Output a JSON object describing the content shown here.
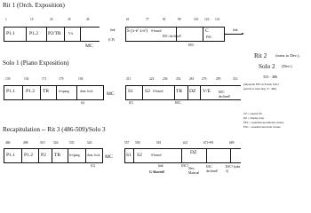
{
  "rit1": {
    "title": "Rit 1 (Orch. Exposition)",
    "numbers": [
      "1",
      "15",
      "25",
      "35",
      "45",
      "61",
      "77",
      "91",
      "99",
      "110",
      "123",
      "131"
    ],
    "labels": {
      "p11": "P1.1",
      "p12": "P1.2",
      "p2tr": "P2/TR",
      "ve": "V/e",
      "mc": "MC",
      "link": "link",
      "cp": "(CP)",
      "s": "S (x-e' x-e')",
      "sbased": "S-based",
      "eec_declined": "EEC declined!",
      "eec": "EEC",
      "c": "C",
      "pac": "PAC",
      "link2": "link"
    }
  },
  "rit2": {
    "title_line1": "Rit 2",
    "title_line2": "(trans to Dev.),",
    "title_line3": "Solo 2",
    "title_line4": "(Dev.)",
    "range": "333 - 486",
    "note_line1": "(important EEC in E-min, b/th/)",
    "note_line2": "(arrival at tonic maj. \"L\" 466)"
  },
  "solo1": {
    "title": "Solo 1 (Piano Exposition)",
    "numbers": [
      "139",
      "154",
      "171",
      "179",
      "194",
      "211",
      "222",
      "236",
      "252",
      "261",
      "276",
      "295",
      "312"
    ],
    "labels": {
      "p11": "P1.1",
      "p12": "P1.2",
      "tr": "TR",
      "frtspang": "fr/spang",
      "domlock": "dom. lock",
      "e": "(e)",
      "mc": "MC",
      "s1": "S1",
      "s2": "S2",
      "sbased": "S-based",
      "tr2": "TR",
      "dz": "DZ",
      "ve": "V/E",
      "eec": "EEC",
      "eec_declined": "EEC declined!",
      "e2": "(E)"
    }
  },
  "legend": {
    "items": [
      "CP = caesura fill",
      "DZ = display zone",
      "EEC = essential expositional closure",
      "ESC = essential structural closure"
    ]
  },
  "recap": {
    "title": "Recapitulation -- Rit 3 (486-509)/Solo 3",
    "numbers": [
      "486",
      "498",
      "510",
      "526",
      "535",
      "545",
      "557",
      "558",
      "581",
      "621",
      "671=99",
      "689"
    ],
    "labels": {
      "p11": "P1.1",
      "p12": "P1.2",
      "p2": "P2",
      "tr": "TR",
      "frtspang": "fr/spang",
      "domlock": "dom. lock",
      "g": "(G)",
      "mc": "MC",
      "s1": "S1",
      "s2": "S2",
      "sbased": "S-based",
      "link": "link",
      "aborted": "G Aborted!",
      "dz": "DZ",
      "esc1": "ESC?",
      "new_material": "New Material",
      "esc_declined": "ESC declined!",
      "esc_take3": "ESC? (take 3)"
    }
  }
}
